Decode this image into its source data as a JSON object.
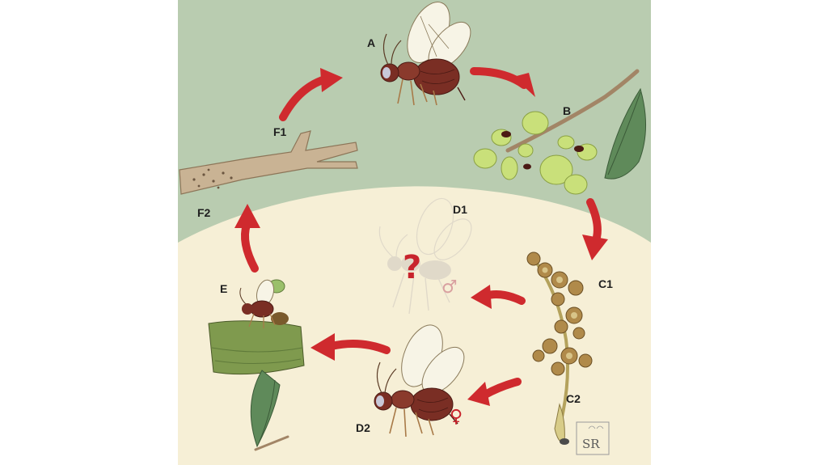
{
  "labels": {
    "A": "A",
    "B": "B",
    "C1": "C1",
    "C2": "C2",
    "D1": "D1",
    "D2": "D2",
    "E": "E",
    "F1": "F1",
    "F2": "F2"
  },
  "symbols": {
    "unknown": "?",
    "male": "♂",
    "female": "♀"
  },
  "signature": "SR",
  "colors": {
    "sky": "#b9ccb0",
    "ground": "#f6efd6",
    "arrow": "#cf2a2e",
    "wasp_body": "#7a2e24",
    "wasp_eye": "#c8c8d8",
    "branch": "#c9b394",
    "catkin": "#c9e07a",
    "acorn": "#b08a4a",
    "leaf": "#5f8a5a",
    "ghost_wasp": "#cfc8c0"
  }
}
